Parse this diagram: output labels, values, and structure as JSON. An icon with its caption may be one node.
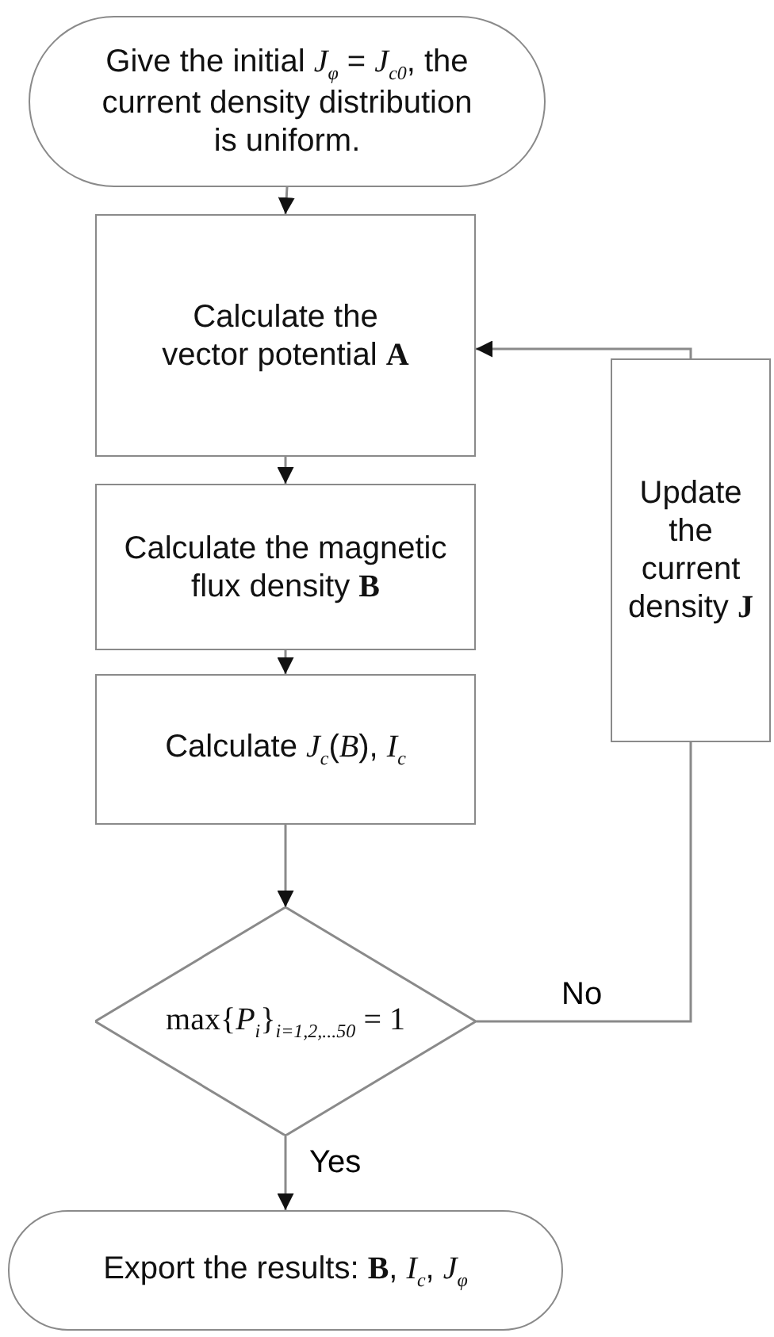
{
  "diagram": {
    "nodes": [
      {
        "text": [
          "Give the initial *J*$_{φ}$ = *J*$_{c0}$, the current density distribution is uniform."
        ]
      },
      {
        "text": [
          "Calculate the vector potential **A**"
        ]
      },
      {
        "text": [
          "Calculate the magnetic flux density **B**"
        ]
      },
      {
        "text": [
          "Calculate *J*$_{c}$(*B*), *I*$_{c}$"
        ]
      },
      {
        "text": [
          "max{*P*$_{i}$}$_{i=1,2,...50}$ = 1"
        ]
      },
      {
        "text": [
          "Update the current density **J**"
        ]
      },
      {
        "text": [
          "Export the results: **B**, *I*$_{c}$, *J*$_{φ}$"
        ]
      }
    ],
    "edges": [
      {
        "from": 0,
        "to": 1,
        "arrow": "to"
      },
      {
        "from": 1,
        "to": 2,
        "arrow": "to"
      },
      {
        "from": 2,
        "to": 3,
        "arrow": "to"
      },
      {
        "from": 3,
        "to": 4,
        "arrow": "to"
      },
      {
        "from": 4,
        "to": 6,
        "arrow": "to",
        "label": "Yes"
      },
      {
        "from": 4,
        "to": 5,
        "arrow": "none",
        "label": "No"
      },
      {
        "from": 5,
        "to": 1,
        "arrow": "to"
      }
    ]
  }
}
